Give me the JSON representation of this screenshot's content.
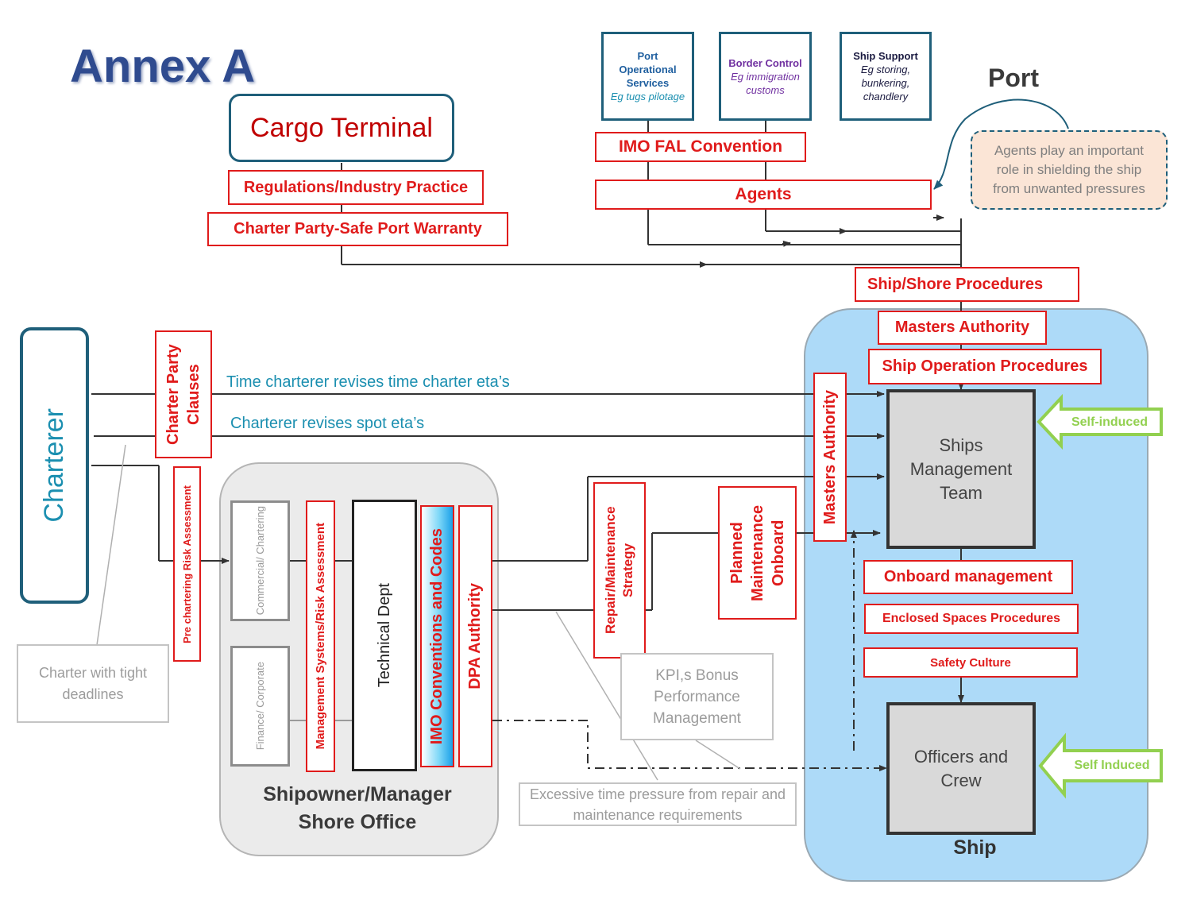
{
  "title": "Annex A",
  "port_label": "Port",
  "cargo_terminal": "Cargo Terminal",
  "regulations": "Regulations/Industry Practice",
  "charter_party_warranty": "Charter Party-Safe Port Warranty",
  "port_services": {
    "title": "Port Operational Services",
    "sub": "Eg tugs pilotage"
  },
  "border_control": {
    "title": "Border Control",
    "sub": "Eg immigration customs"
  },
  "ship_support": {
    "title": "Ship Support",
    "sub": "Eg storing, bunkering, chandlery"
  },
  "imo_fal": "IMO FAL Convention",
  "agents": "Agents",
  "agents_note": "Agents play an important role in shielding the ship from unwanted pressures",
  "ship_shore": "Ship/Shore Procedures",
  "masters_authority_top": "Masters Authority",
  "ship_operation": "Ship Operation Procedures",
  "charterer": "Charterer",
  "charter_party_clauses": "Charter Party Clauses",
  "time_charterer_label": "Time charterer revises time charter eta’s",
  "spot_label": "Charterer revises spot eta’s",
  "pre_chartering": "Pre chartering Risk Assessment",
  "charter_tight": "Charter with tight deadlines",
  "commercial": "Commercial/ Chartering",
  "finance": "Finance/ Corporate",
  "mgmt_systems": "Management Systems/Risk Assessment",
  "technical_dept": "Technical Dept",
  "imo_conventions": "IMO Conventions and Codes",
  "dpa_authority": "DPA Authority",
  "shore_office": "Shipowner/Manager Shore Office",
  "repair_strategy": "Repair/Maintenance Strategy",
  "planned_maintenance": "Planned Maintenance Onboard",
  "masters_authority_vert": "Masters Authority",
  "ships_mgmt_team": "Ships Management Team",
  "self_induced_1": "Self-induced",
  "self_induced_2": "Self Induced",
  "onboard_mgmt": "Onboard management",
  "enclosed_spaces": "Enclosed Spaces Procedures",
  "safety_culture": "Safety Culture",
  "officers_crew": "Officers and Crew",
  "ship_label": "Ship",
  "kpi_note": "KPI,s Bonus Performance Management",
  "excessive_note": "Excessive time pressure from repair and maintenance requirements",
  "colors": {
    "red": "#E01B1B",
    "teal": "#1F5F7A",
    "ship_blue": "#ADDAF8",
    "green": "#92D050",
    "title_blue": "#2F4B8F"
  }
}
